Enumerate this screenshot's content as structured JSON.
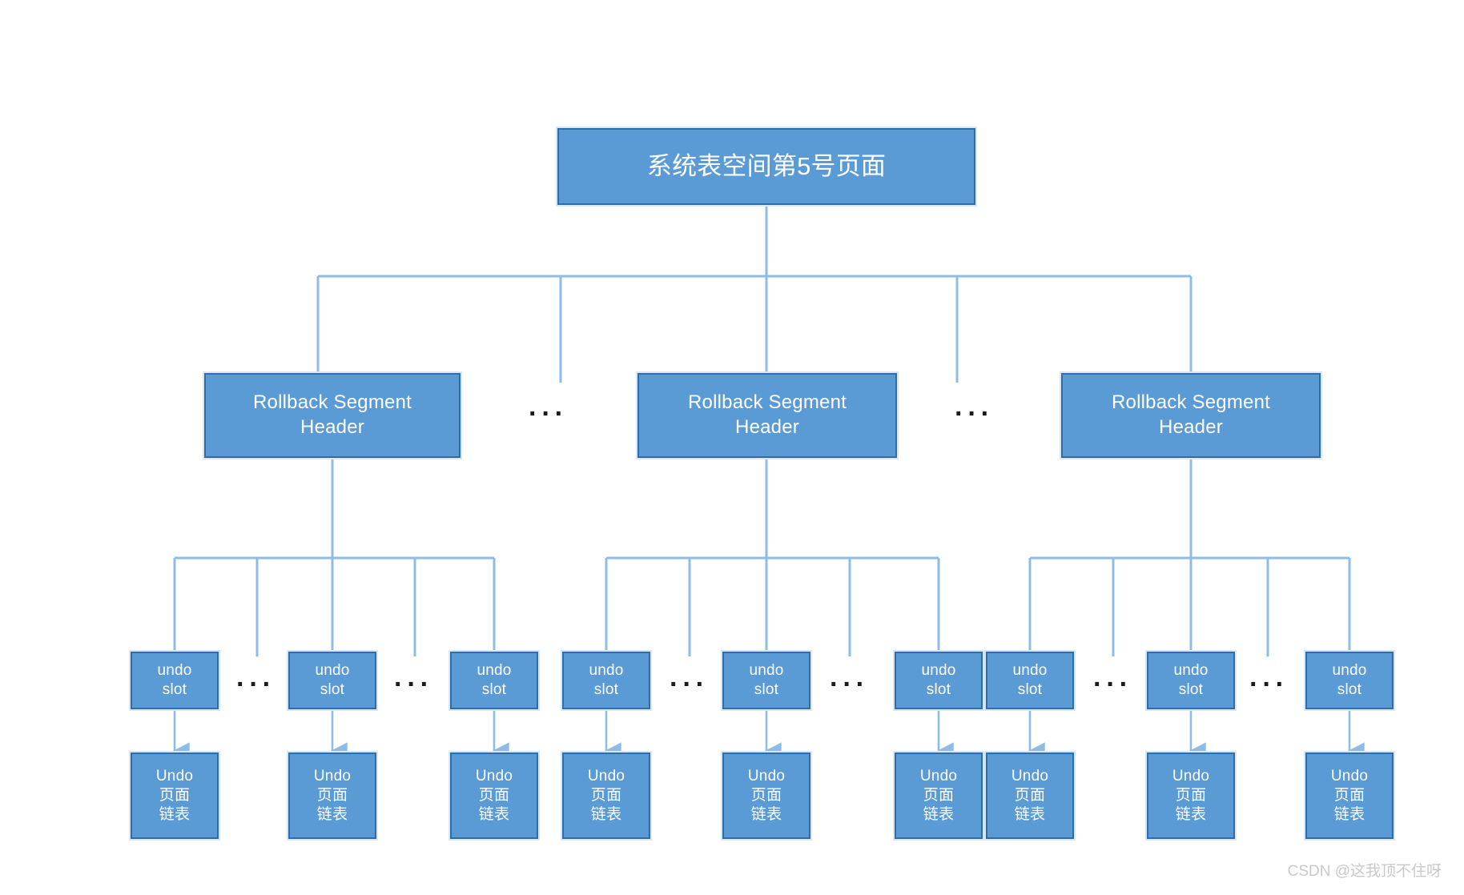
{
  "diagram": {
    "title_text": "系统表空间第5号页面",
    "colors": {
      "node_fill": "#5B9BD5",
      "node_border": "#2E6DA8",
      "node_halo": "#D8E7F5",
      "wire": "#8FBCE6",
      "text": "#FFFFFF",
      "background": "#FFFFFF",
      "watermark": "#C9C9C9"
    },
    "root": {
      "label": "系统表空间第5号页面"
    },
    "rollback_segment_headers": [
      {
        "label": "Rollback Segment\nHeader"
      },
      {
        "label": "Rollback Segment\nHeader"
      },
      {
        "label": "Rollback Segment\nHeader"
      }
    ],
    "undo_slots": [
      {
        "label": "undo\nslot"
      },
      {
        "label": "undo\nslot"
      },
      {
        "label": "undo\nslot"
      },
      {
        "label": "undo\nslot"
      },
      {
        "label": "undo\nslot"
      },
      {
        "label": "undo\nslot"
      },
      {
        "label": "undo\nslot"
      },
      {
        "label": "undo\nslot"
      },
      {
        "label": "undo\nslot"
      }
    ],
    "undo_page_lists": [
      {
        "label": "Undo\n页面\n链表"
      },
      {
        "label": "Undo\n页面\n链表"
      },
      {
        "label": "Undo\n页面\n链表"
      },
      {
        "label": "Undo\n页面\n链表"
      },
      {
        "label": "Undo\n页面\n链表"
      },
      {
        "label": "Undo\n页面\n链表"
      },
      {
        "label": "Undo\n页面\n链表"
      },
      {
        "label": "Undo\n页面\n链表"
      },
      {
        "label": "Undo\n页面\n链表"
      }
    ],
    "ellipses": [
      {
        "label": "···",
        "level": "rollback-segment-row"
      },
      {
        "label": "···",
        "level": "rollback-segment-row"
      },
      {
        "label": "···",
        "level": "undo-slot-row"
      },
      {
        "label": "···",
        "level": "undo-slot-row"
      },
      {
        "label": "···",
        "level": "undo-slot-row"
      },
      {
        "label": "···",
        "level": "undo-slot-row"
      },
      {
        "label": "···",
        "level": "undo-slot-row"
      },
      {
        "label": "···",
        "level": "undo-slot-row"
      }
    ]
  },
  "watermark": {
    "text": "CSDN @这我顶不住呀"
  }
}
